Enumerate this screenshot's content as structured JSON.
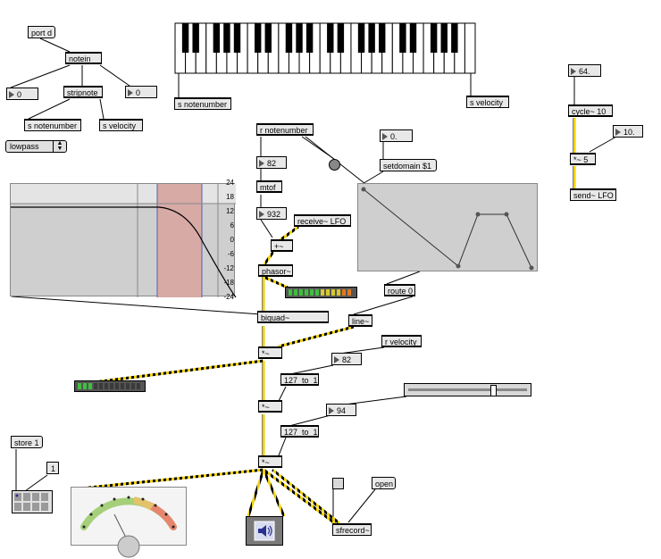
{
  "objects": {
    "port_d": "port d",
    "notein": "notein",
    "stripnote": "stripnote",
    "s_notenumber_left": "s notenumber",
    "s_velocity_left": "s velocity",
    "s_notenumber_kbd": "s notenumber",
    "s_velocity_kbd": "s velocity",
    "r_notenumber": "r notenumber",
    "mtof": "mtof",
    "receive_lfo": "receive~ LFO",
    "plus": "+~",
    "phasor": "phasor~",
    "biquad": "biquad~",
    "line": "line~",
    "route": "route 0",
    "setdomain": "setdomain $1",
    "r_velocity": "r velocity",
    "times1": "*~",
    "times2": "*~",
    "times3": "*~",
    "to127_1": "127_to_1",
    "to127_2": "127_to_1",
    "cycle": "cycle~ 10",
    "times5": "*~ 5",
    "send_lfo": "send~ LFO",
    "store": "store 1",
    "open": "open",
    "sfrecord": "sfrecord~"
  },
  "numbers": {
    "note_out": "0",
    "vel_out": "0",
    "n82": "82",
    "n932": "932",
    "n_dom": "0.",
    "n64": "64.",
    "n10": "10.",
    "vel82": "82",
    "vel94": "94",
    "preset_num": "1"
  },
  "filter": {
    "mode": "lowpass",
    "ticks": [
      "24",
      "18",
      "12",
      "6",
      "0",
      "-6",
      "-12",
      "-18",
      "-24"
    ]
  },
  "colors": {
    "object_bg": "#e8e8e8",
    "signal_wire": "#f0d000",
    "filter_band": "#d7aaa6",
    "graph_bg": "#cfcfcf"
  },
  "icons": {
    "dac": "speaker-icon"
  }
}
